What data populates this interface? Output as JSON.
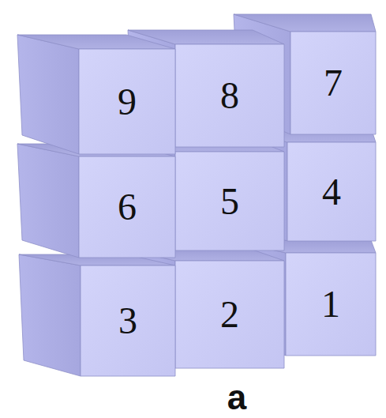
{
  "diagram": {
    "caption": "a",
    "nodes": [
      {
        "text": [
          "9"
        ]
      },
      {
        "text": [
          "8"
        ]
      },
      {
        "text": [
          "7"
        ]
      },
      {
        "text": [
          "6"
        ]
      },
      {
        "text": [
          "5"
        ]
      },
      {
        "text": [
          "4"
        ]
      },
      {
        "text": [
          "3"
        ]
      },
      {
        "text": [
          "2"
        ]
      },
      {
        "text": [
          "1"
        ]
      }
    ]
  }
}
